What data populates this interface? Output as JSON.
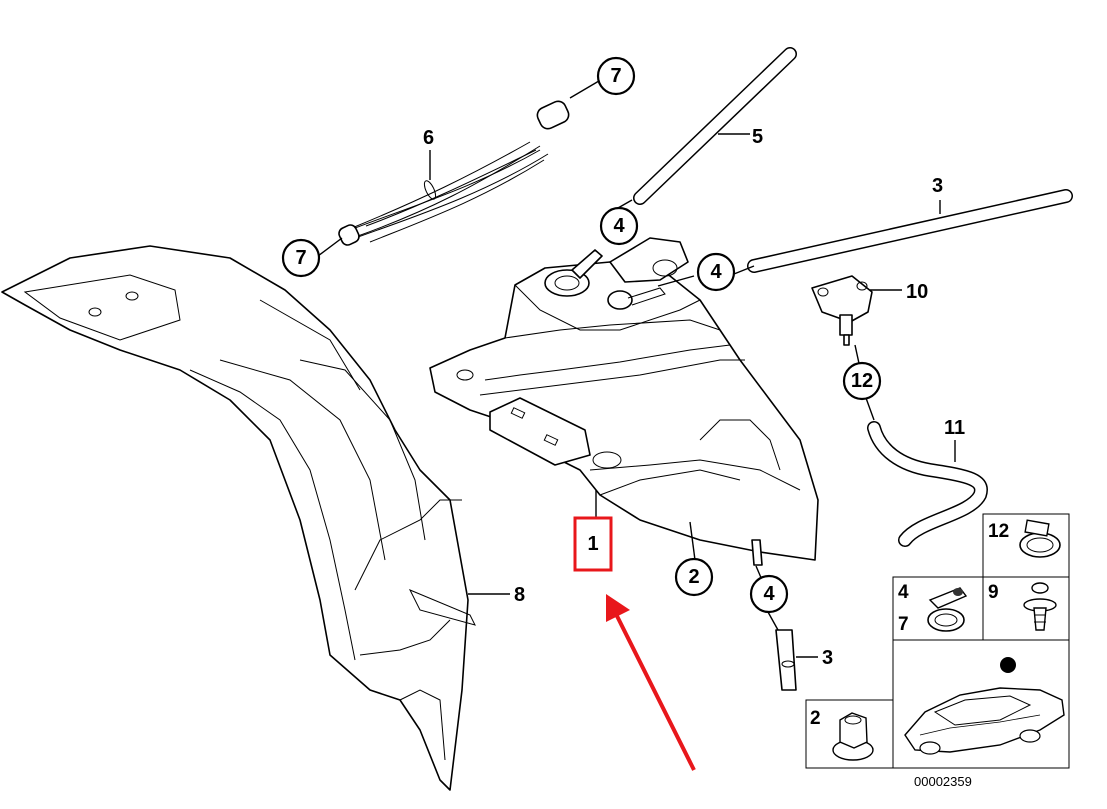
{
  "callouts": {
    "c7_top": "7",
    "c7_left": "7",
    "c6": "6",
    "c5": "5",
    "c3_top": "3",
    "c4_mid": "4",
    "c4_right": "4",
    "c10": "10",
    "c12": "12",
    "c11": "11",
    "c1": "1",
    "c2": "2",
    "c4_low": "4",
    "c3_low": "3",
    "c8": "8"
  },
  "legend": {
    "cell_12": "12",
    "cell_4": "4",
    "cell_7": "7",
    "cell_9": "9",
    "cell_2": "2"
  },
  "drawing_code": "00002359",
  "colors": {
    "highlight": "#e8171b",
    "arrow": "#e8171b",
    "ink": "#000000"
  }
}
